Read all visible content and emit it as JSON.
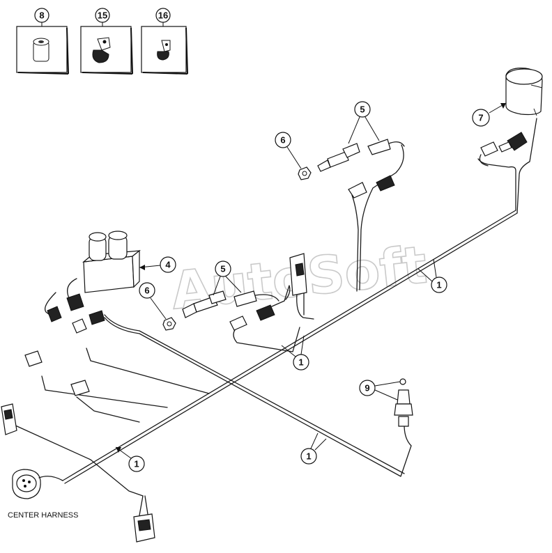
{
  "legend_parts": [
    {
      "number": "8",
      "name": "standoff-spacer"
    },
    {
      "number": "15",
      "name": "cable-clamp"
    },
    {
      "number": "16",
      "name": "cable-clamp-small"
    }
  ],
  "callouts": {
    "c1a": "1",
    "c1b": "1",
    "c1c": "1",
    "c1d": "1",
    "c4": "4",
    "c5a": "5",
    "c5b": "5",
    "c6a": "6",
    "c6b": "6",
    "c7": "7",
    "c9": "9"
  },
  "caption": "CENTER HARNESS",
  "watermark": "AutoSoft",
  "colors": {
    "ink": "#111111",
    "watermark": "#b8b8b8",
    "background": "#ffffff"
  }
}
